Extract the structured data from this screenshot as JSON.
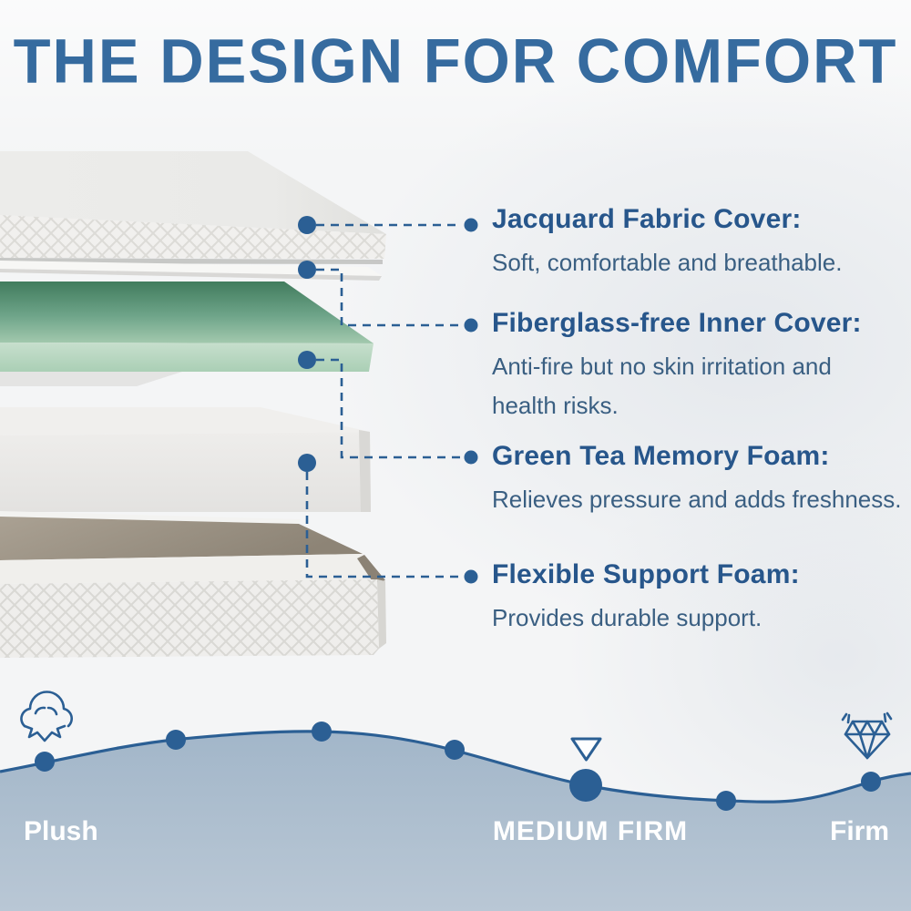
{
  "title": "THE DESIGN FOR COMFORT",
  "callouts": [
    {
      "heading": "Jacquard Fabric Cover:",
      "body": "Soft, comfortable and breathable."
    },
    {
      "heading": "Fiberglass-free Inner Cover:",
      "body": "Anti-fire but no skin irritation and\nhealth risks."
    },
    {
      "heading": "Green Tea Memory Foam:",
      "body": "Relieves pressure and adds freshness."
    },
    {
      "heading": "Flexible Support Foam:",
      "body": "Provides durable support."
    }
  ],
  "scale": {
    "left_label": "Plush",
    "selected_label": "MEDIUM FIRM",
    "right_label": "Firm",
    "left_icon": "cotton-icon",
    "right_icon": "diamond-icon",
    "selected_marker": "triangle-down-marker",
    "point_count": 7,
    "selected_point_index": 4
  },
  "colors": {
    "accent_blue": "#2b5f94",
    "title_text": "#366b9f",
    "heading_text": "#27568b",
    "body_text": "#3a5f82",
    "label_text": "#ffffff",
    "green_foam_top": "#448060",
    "green_foam_front": "#bcdcc6",
    "wave_fill_top": "#a2b6c9",
    "wave_fill_bottom": "#b9c7d5",
    "triangle_fill": "#fdfeff",
    "background": "#f4f5f6"
  }
}
